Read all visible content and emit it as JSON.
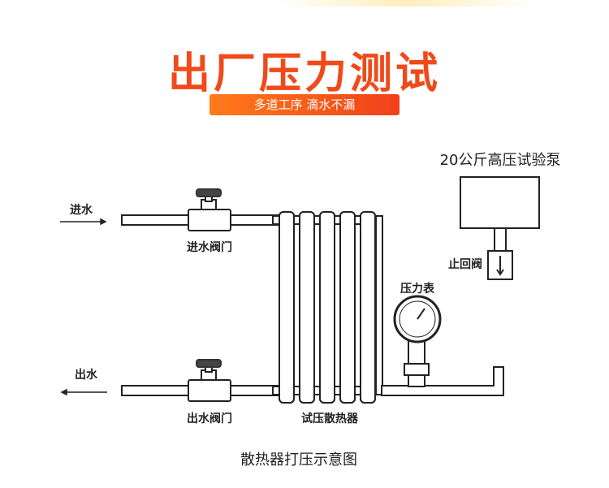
{
  "header": {
    "title": "出厂压力测试",
    "subtitle": "多道工序 滴水不漏"
  },
  "diagram": {
    "pump_label": "20公斤高压试验泵",
    "check_valve_label": "止回阀",
    "gauge_label": "压力表",
    "inlet_label": "进水",
    "outlet_label": "出水",
    "inlet_valve_label": "进水阀门",
    "outlet_valve_label": "出水阀门",
    "radiator_label": "试压散热器",
    "caption": "散热器打压示意图"
  },
  "colors": {
    "accent": "#f04a1a",
    "line": "#222222",
    "pipe_fill": "#ffffff"
  }
}
